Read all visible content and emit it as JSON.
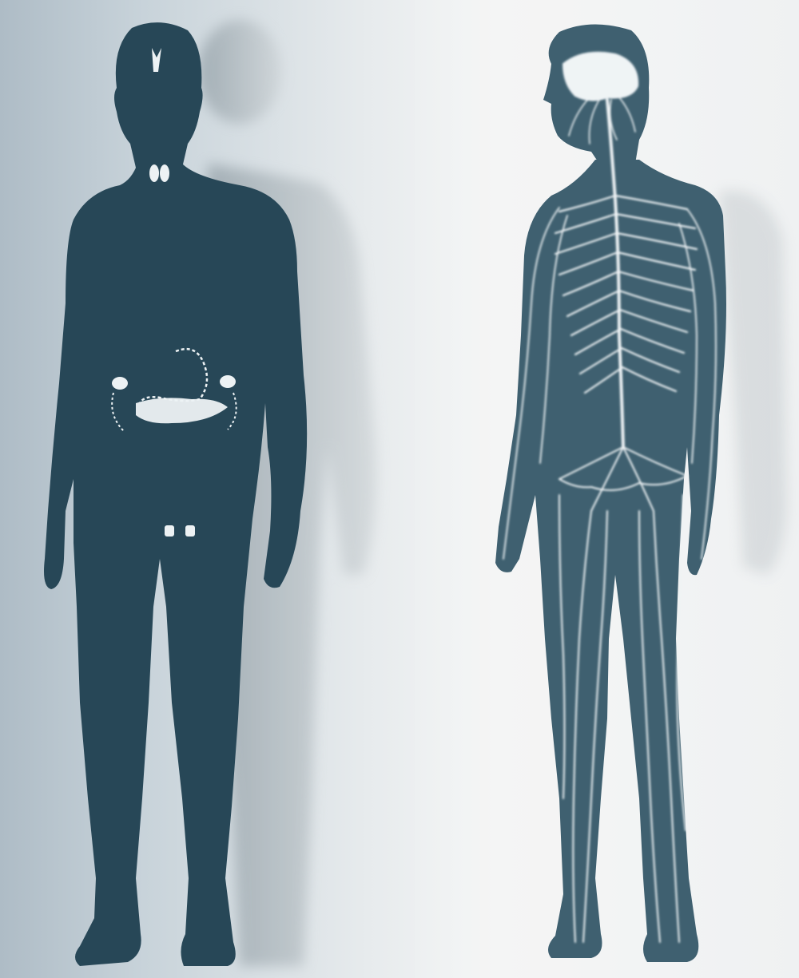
{
  "image": {
    "subject": "endocrine-and-nervous-system-figures",
    "colors": {
      "figure": "#284958",
      "shadow": "#8f999f",
      "highlight": "#f3f6f7",
      "nerve": "#eef3f5"
    },
    "figures": [
      {
        "name": "endocrine-figure",
        "organs": [
          "pituitary",
          "thyroid",
          "stomach",
          "pancreas",
          "adrenal-left",
          "adrenal-right",
          "gonads"
        ]
      },
      {
        "name": "nervous-system-figure",
        "organs": [
          "brain",
          "spinal-cord",
          "peripheral-nerves"
        ]
      }
    ]
  }
}
